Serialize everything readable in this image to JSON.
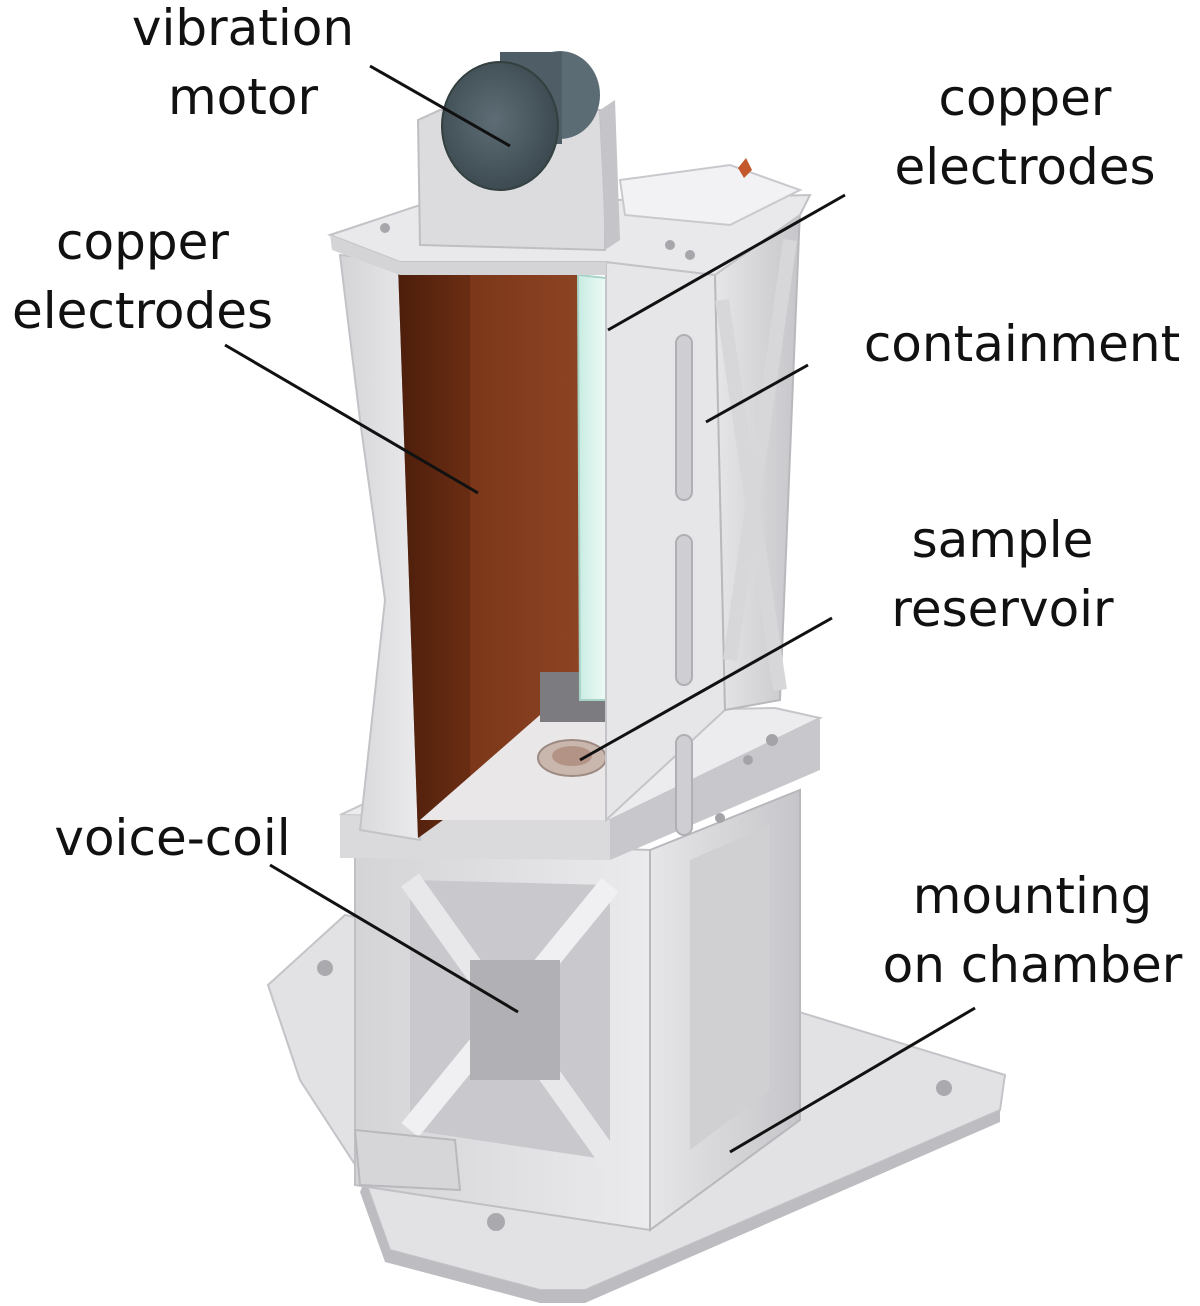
{
  "labels": {
    "vibration_motor": [
      "vibration",
      "motor"
    ],
    "copper_electrodes_right": [
      "copper",
      "electrodes"
    ],
    "copper_electrodes_left": [
      "copper",
      "electrodes"
    ],
    "containment": [
      "containment"
    ],
    "sample_reservoir": [
      "sample",
      "reservoir"
    ],
    "voice_coil": [
      "voice-coil"
    ],
    "mounting_on_chamber": [
      "mounting",
      "on chamber"
    ]
  },
  "colors": {
    "frame_light": "#e4e4e6",
    "frame_mid": "#cfcfd2",
    "frame_dark": "#b4b4b8",
    "copper": "#7a3518",
    "copper_dark": "#4a1e0c",
    "motor": "#4c5a62",
    "glass": "#d8f0ea",
    "leader": "#111111"
  }
}
